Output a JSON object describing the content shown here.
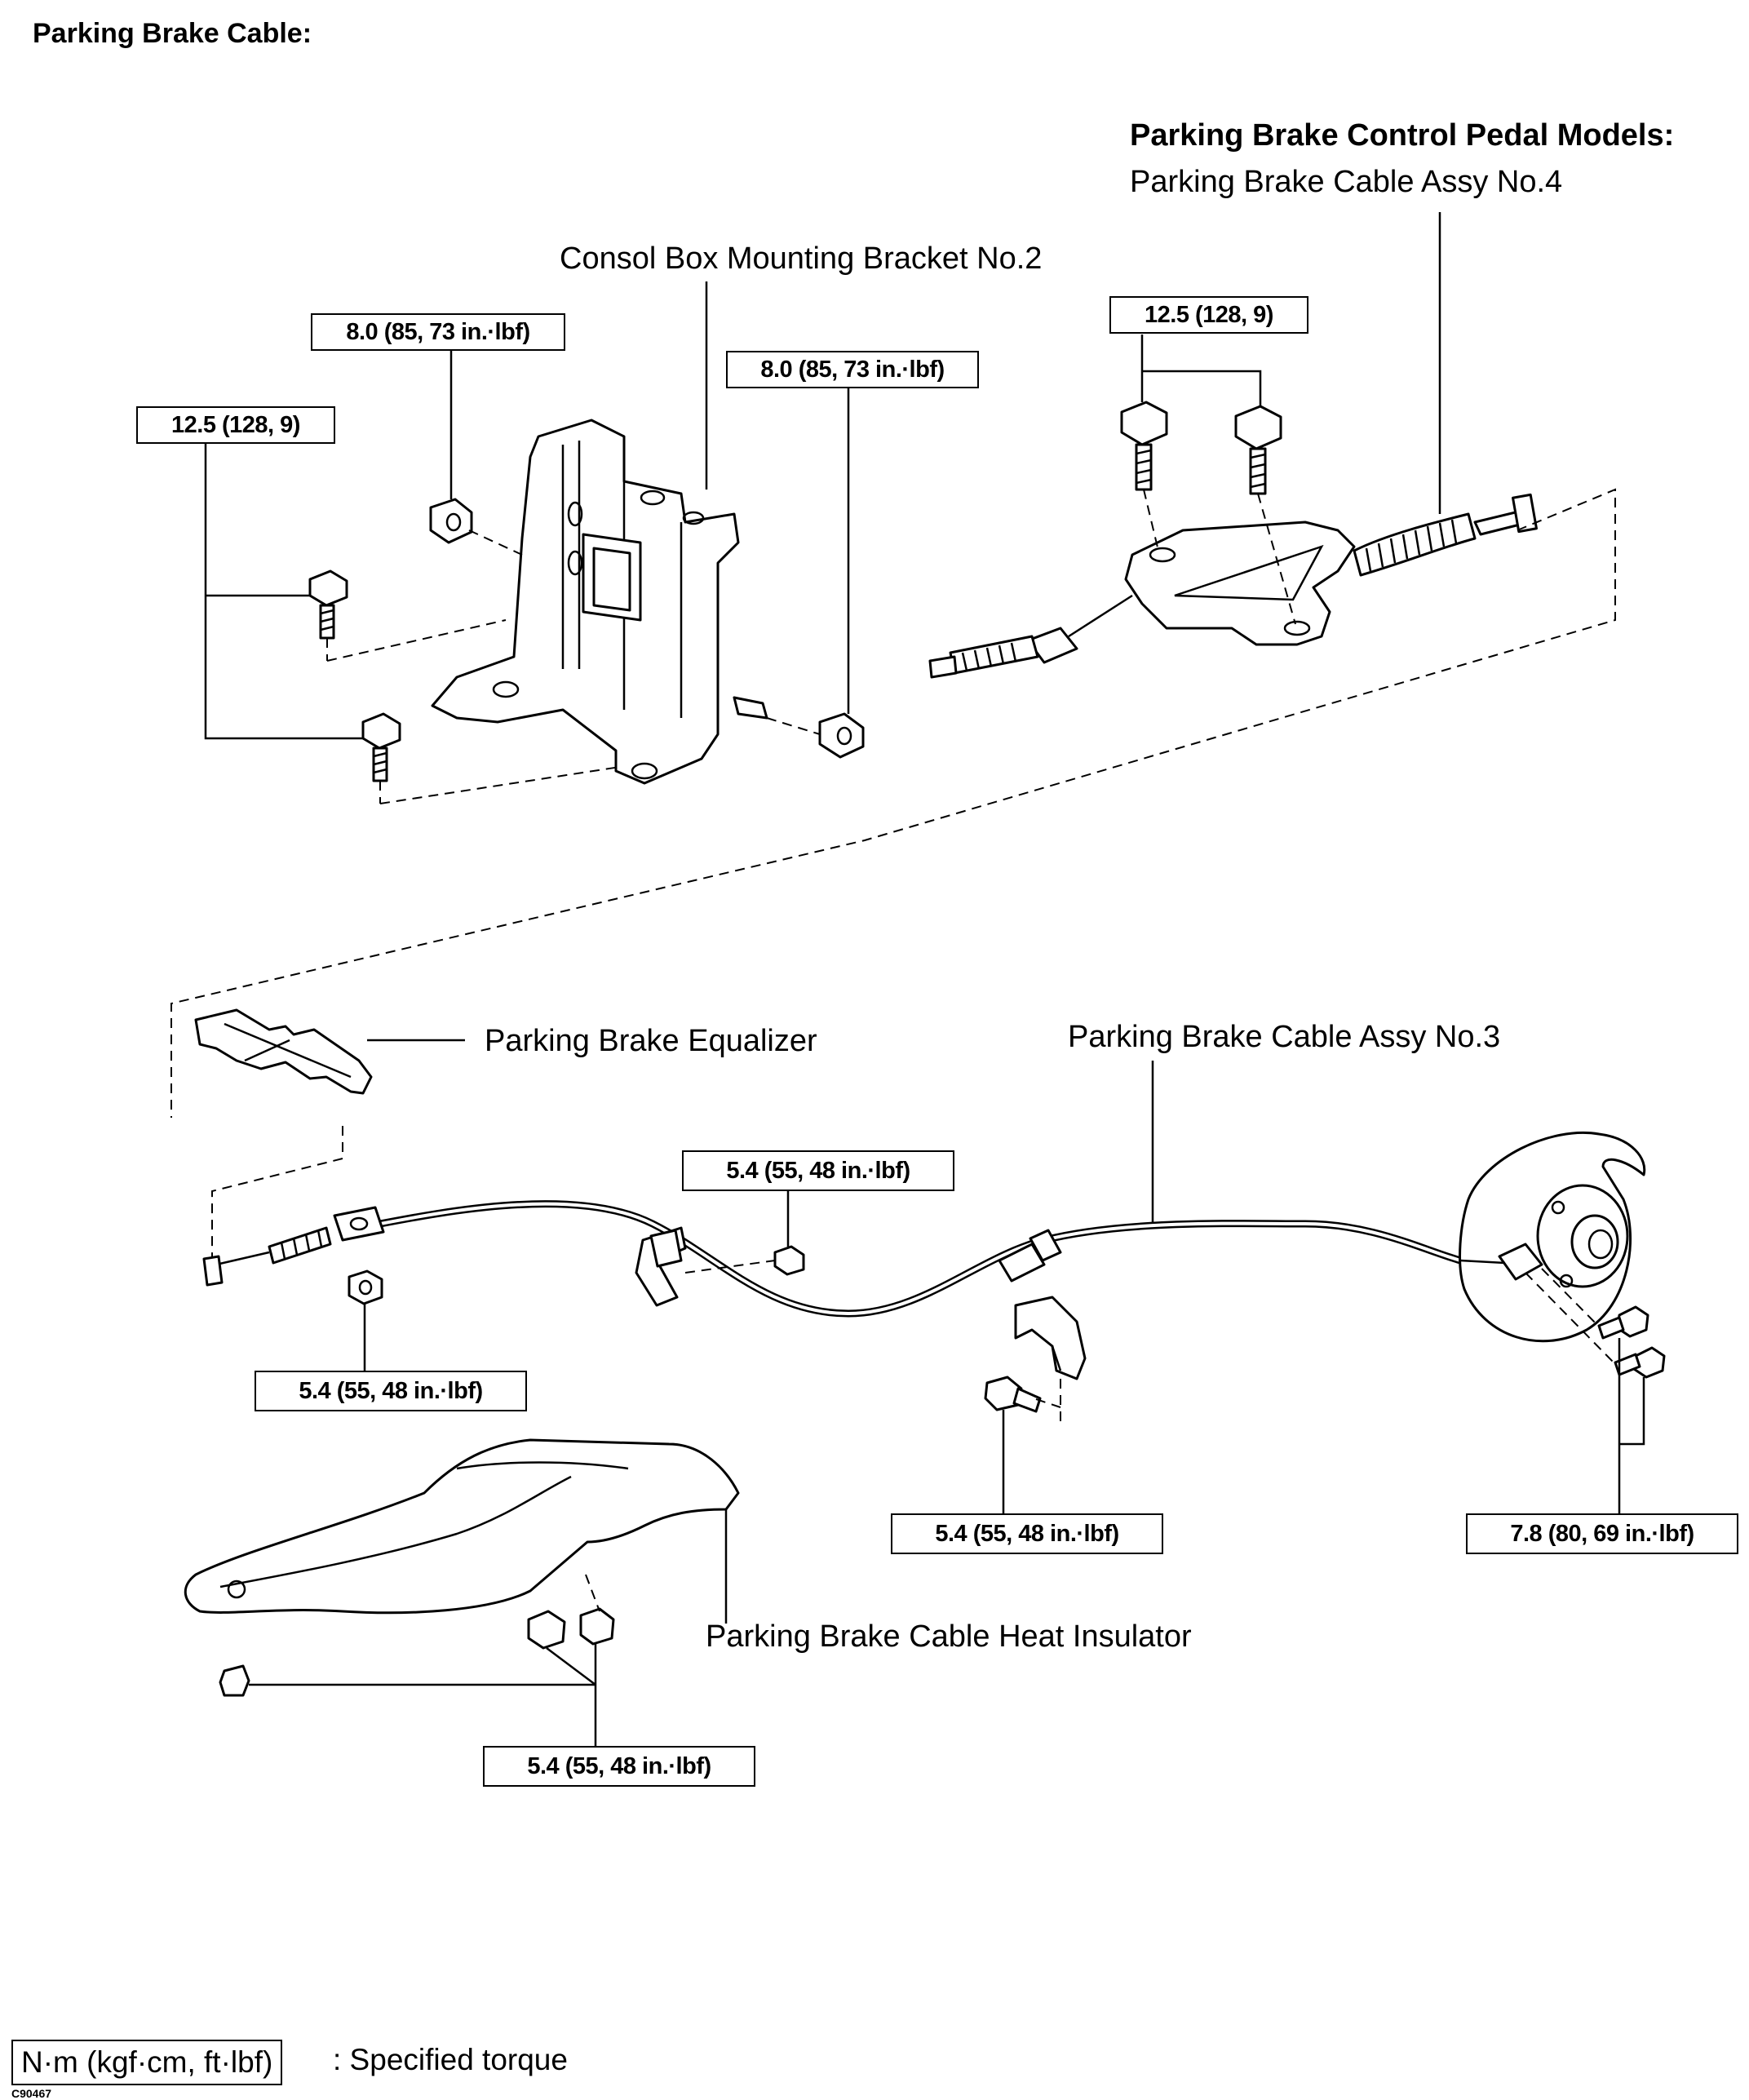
{
  "title": "Parking Brake Cable:",
  "model_note": "Parking Brake Control Pedal Models:",
  "labels": {
    "cable_no4": "Parking Brake Cable Assy No.4",
    "bracket": "Consol Box Mounting Bracket No.2",
    "equalizer": "Parking Brake Equalizer",
    "cable_no3": "Parking Brake Cable Assy No.3",
    "insulator": "Parking Brake Cable Heat Insulator"
  },
  "torques": {
    "t_bracket_nut_top": "8.0 (85, 73 in.·lbf)",
    "t_bracket_nut_right": "8.0 (85, 73 in.·lbf)",
    "t_bracket_bolts": "12.5 (128, 9)",
    "t_cable4_bolts": "12.5 (128, 9)",
    "t_clamp_nut": "5.4 (55, 48 in.·lbf)",
    "t_cable3_nut_left": "5.4 (55, 48 in.·lbf)",
    "t_clamp_bolt": "5.4 (55, 48 in.·lbf)",
    "t_backplate_bolts": "7.8 (80, 69 in.·lbf)",
    "t_insulator_nuts": "5.4 (55, 48 in.·lbf)"
  },
  "legend": {
    "box": "N·m (kgf·cm, ft·lbf)",
    "text": ": Specified torque"
  },
  "figure_code": "C90467"
}
